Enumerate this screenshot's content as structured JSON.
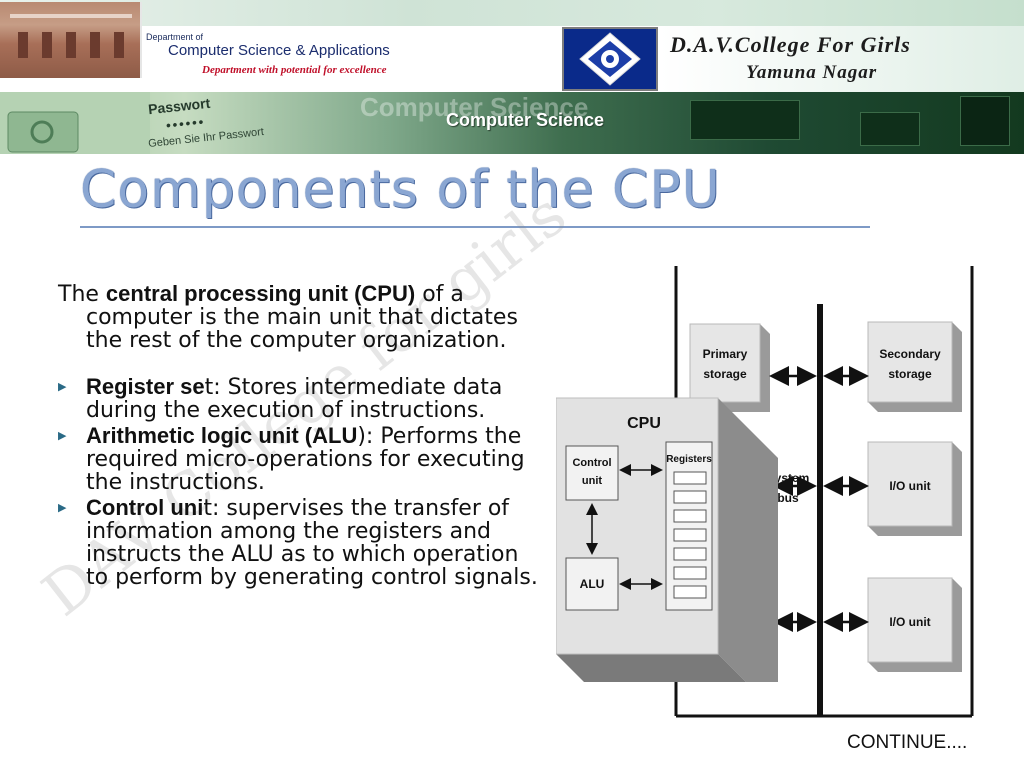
{
  "header": {
    "dept_prefix": "Department of",
    "dept_name": "Computer Science & Applications",
    "dept_tagline": "Department with potential for excellence",
    "college_name": "D.A.V.College For Girls",
    "college_city": "Yamuna Nagar",
    "banner_password": "Passwort",
    "banner_dots": "••••••",
    "banner_hint": "Geben Sie Ihr Passwort",
    "banner_ghost": "Computer Science",
    "banner_text": "Computer Science"
  },
  "slide": {
    "title": "Components of the CPU",
    "intro": {
      "pre": "The ",
      "term": "central processing unit (CPU)",
      "post": " of a computer is the main unit that dictates the rest of the computer organization."
    },
    "bullets": [
      {
        "term": "Register se",
        "text": "t: Stores intermediate data during the execution of instructions."
      },
      {
        "term": "Arithmetic logic unit (ALU",
        "text": "): Performs the required micro-operations for executing the instructions."
      },
      {
        "term": "Control uni",
        "text": "t: supervises the transfer of information among the registers and instructs the ALU as to which operation to perform by generating control signals."
      }
    ],
    "continue_label": "CONTINUE....",
    "watermark": "DAV College for girls"
  },
  "diagram": {
    "primary_storage": [
      "Primary",
      "storage"
    ],
    "secondary_storage": [
      "Secondary",
      "storage"
    ],
    "cpu_label": "CPU",
    "control_unit": [
      "Control",
      "unit"
    ],
    "registers": "Registers",
    "alu": "ALU",
    "system_bus": [
      "System",
      "bus"
    ],
    "io_unit_1": "I/O unit",
    "io_unit_2": "I/O unit"
  },
  "colors": {
    "title": "#8aa6d2",
    "bullet": "#2a6a86",
    "box_face": "#e6e6e6",
    "box_shade": "#9a9a9a"
  }
}
